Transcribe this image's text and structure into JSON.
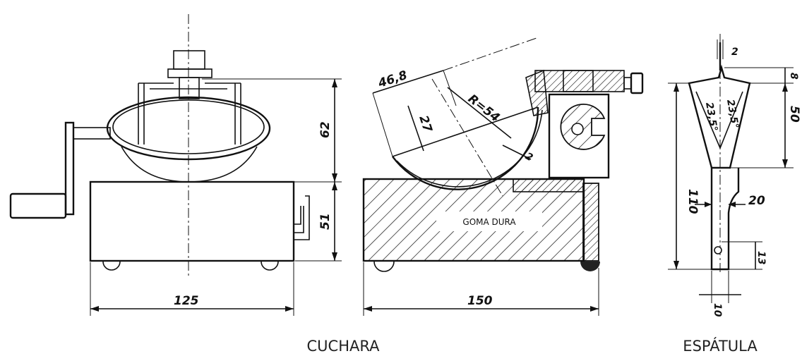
{
  "dimensions": {
    "cuchara_width": "125",
    "cuchara_upper_height": "62",
    "cuchara_lower_height": "51",
    "section_width": "150",
    "arc_chord": "46,8",
    "arc_depth": "27",
    "arc_radius": "R=54",
    "shell_thickness": "2",
    "spatula_tip": "2",
    "spatula_top": "8",
    "spatula_blade": "50",
    "spatula_angle_right": "23,5°",
    "spatula_angle_left": "23,5°",
    "spatula_length": "110",
    "spatula_width": "20",
    "spatula_hole": "13",
    "spatula_handle": "10"
  },
  "labels": {
    "goma_dura": "GOMA DURA",
    "cuchara": "CUCHARA",
    "espatula": "ESPÁTULA"
  },
  "colors": {
    "line": "#111111",
    "background": "#ffffff"
  }
}
